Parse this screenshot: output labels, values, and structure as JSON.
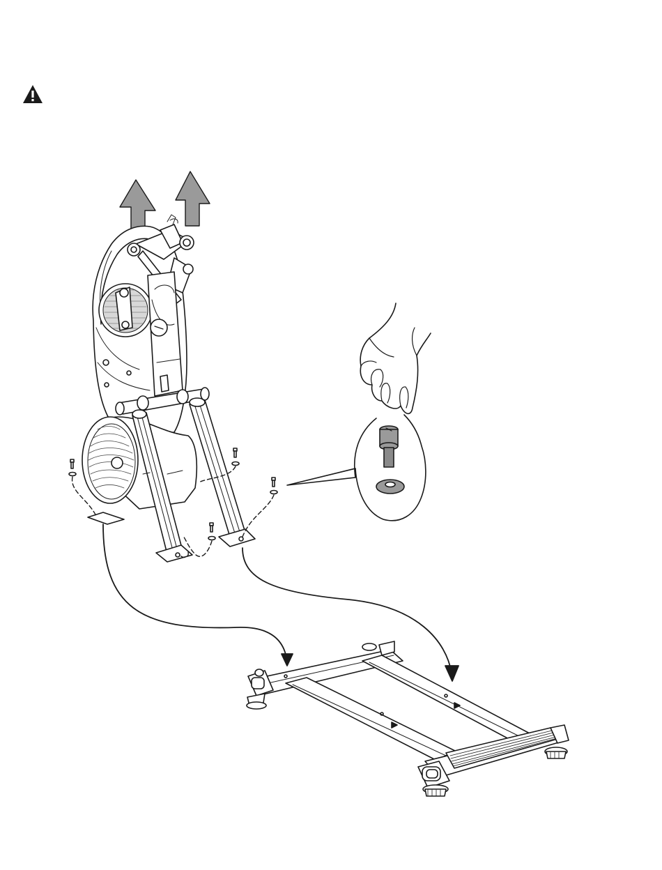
{
  "page": {
    "background": "#ffffff",
    "ink": "#1a1a1a",
    "arrow_fill": "#9a9a9a"
  },
  "warning": {
    "icon": "warning-triangle-icon"
  },
  "illustration": {
    "main_unit": "elliptical-frame-with-flywheel",
    "lift_arrows": "up-arrow-icon",
    "hardware_callout": "hand-holding-bolt-and-washer",
    "base": "stabilizer-base-frame"
  }
}
